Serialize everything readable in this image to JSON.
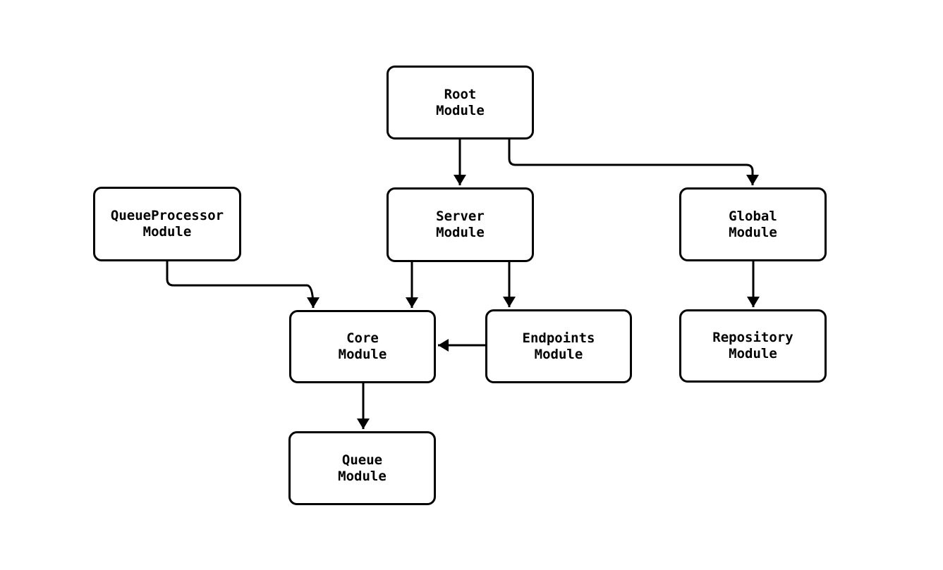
{
  "diagram": {
    "type": "flowchart",
    "background_color": "#ffffff",
    "node_fill_color": "#ffffff",
    "stroke_color": "#000000",
    "text_color": "#000000",
    "nodes": {
      "root": {
        "label": "Root\nModule"
      },
      "queueprocessor": {
        "label": "QueueProcessor\nModule"
      },
      "server": {
        "label": "Server\nModule"
      },
      "global": {
        "label": "Global\nModule"
      },
      "core": {
        "label": "Core\nModule"
      },
      "endpoints": {
        "label": "Endpoints\nModule"
      },
      "repository": {
        "label": "Repository\nModule"
      },
      "queue": {
        "label": "Queue\nModule"
      }
    },
    "edges": [
      {
        "from": "Root Module",
        "to": "Server Module"
      },
      {
        "from": "Root Module",
        "to": "Global Module"
      },
      {
        "from": "QueueProcessor Module",
        "to": "Core Module"
      },
      {
        "from": "Server Module",
        "to": "Core Module"
      },
      {
        "from": "Server Module",
        "to": "Endpoints Module"
      },
      {
        "from": "Endpoints Module",
        "to": "Core Module"
      },
      {
        "from": "Global Module",
        "to": "Repository Module"
      },
      {
        "from": "Core Module",
        "to": "Queue Module"
      }
    ]
  }
}
